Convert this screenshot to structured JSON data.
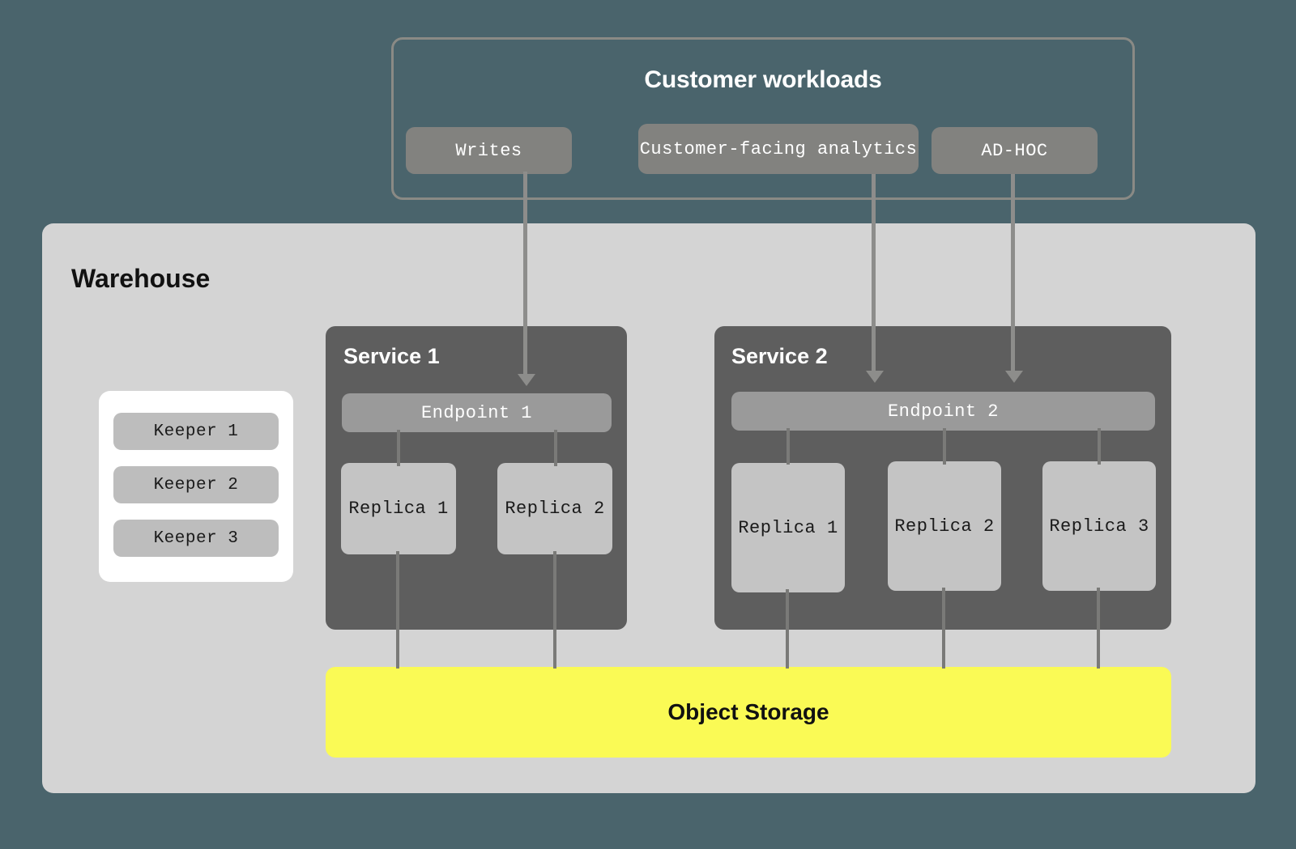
{
  "diagram": {
    "background_color": "#4a646c"
  },
  "customer_workloads": {
    "title": "Customer workloads",
    "border_color": "#8a8a85",
    "chips": [
      {
        "label": "Writes"
      },
      {
        "label": "Customer-facing analytics"
      },
      {
        "label": "AD-HOC"
      }
    ]
  },
  "warehouse": {
    "title": "Warehouse",
    "background_color": "#d4d4d4",
    "keepers": {
      "container_color": "#ffffff",
      "items": [
        {
          "label": "Keeper 1"
        },
        {
          "label": "Keeper 2"
        },
        {
          "label": "Keeper 3"
        }
      ]
    },
    "services": [
      {
        "title": "Service 1",
        "endpoint": "Endpoint 1",
        "replicas": [
          {
            "label": "Replica 1"
          },
          {
            "label": "Replica 2"
          }
        ]
      },
      {
        "title": "Service 2",
        "endpoint": "Endpoint 2",
        "replicas": [
          {
            "label": "Replica 1"
          },
          {
            "label": "Replica 2"
          },
          {
            "label": "Replica 3"
          }
        ]
      }
    ],
    "object_storage": {
      "label": "Object Storage",
      "color": "#fafa55"
    }
  },
  "connections": [
    {
      "from": "Writes",
      "to": "Endpoint 1",
      "type": "arrow"
    },
    {
      "from": "Customer-facing analytics",
      "to": "Endpoint 2",
      "type": "arrow"
    },
    {
      "from": "AD-HOC",
      "to": "Endpoint 2",
      "type": "arrow"
    },
    {
      "from": "Endpoint 1",
      "to": "Replica 1",
      "type": "line"
    },
    {
      "from": "Endpoint 1",
      "to": "Replica 2",
      "type": "line"
    },
    {
      "from": "Endpoint 2",
      "to": "Replica 1",
      "type": "line"
    },
    {
      "from": "Endpoint 2",
      "to": "Replica 2",
      "type": "line"
    },
    {
      "from": "Endpoint 2",
      "to": "Replica 3",
      "type": "line"
    },
    {
      "from": "Replica 1",
      "to": "Object Storage",
      "type": "line"
    },
    {
      "from": "Replica 2",
      "to": "Object Storage",
      "type": "line"
    },
    {
      "from": "Replica 3",
      "to": "Object Storage",
      "type": "line"
    }
  ]
}
